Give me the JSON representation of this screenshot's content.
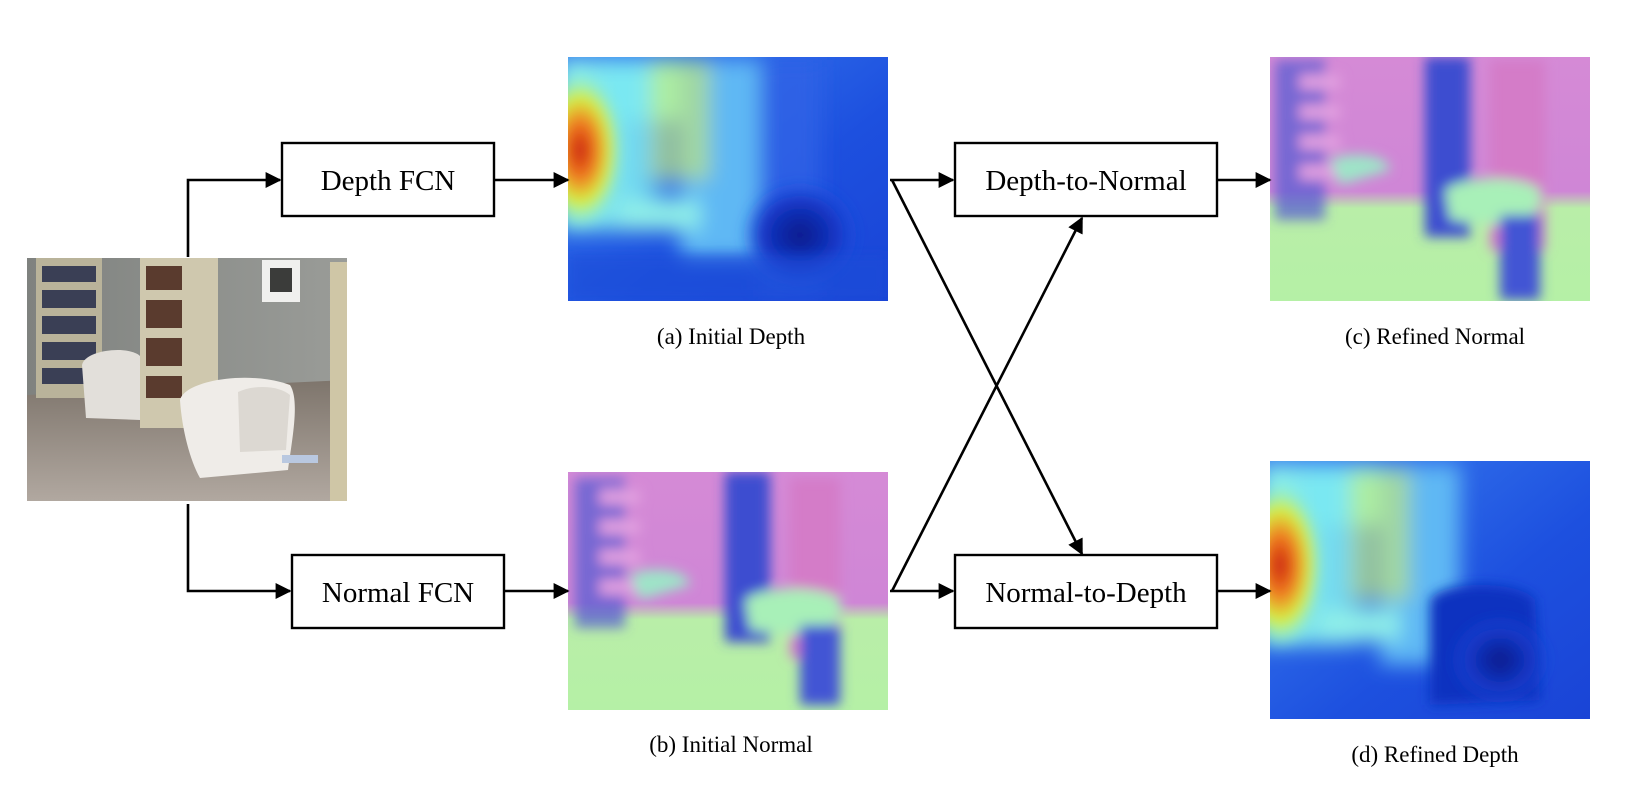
{
  "nodes": {
    "depth_fcn": "Depth FCN",
    "normal_fcn": "Normal FCN",
    "depth_to_normal": "Depth-to-Normal",
    "normal_to_depth": "Normal-to-Depth"
  },
  "captions": {
    "initial_depth": "(a) Initial Depth",
    "initial_normal": "(b) Initial Normal",
    "refined_normal": "(c) Refined Normal",
    "refined_depth": "(d) Refined Depth"
  },
  "colors": {
    "depth_far": "#1f4fe0",
    "depth_near": "#d02010",
    "normal_pink": "#d98ad8",
    "normal_green": "#b6f0a8",
    "normal_blue": "#4c5fd6",
    "room_wall": "#8a8d8a"
  }
}
